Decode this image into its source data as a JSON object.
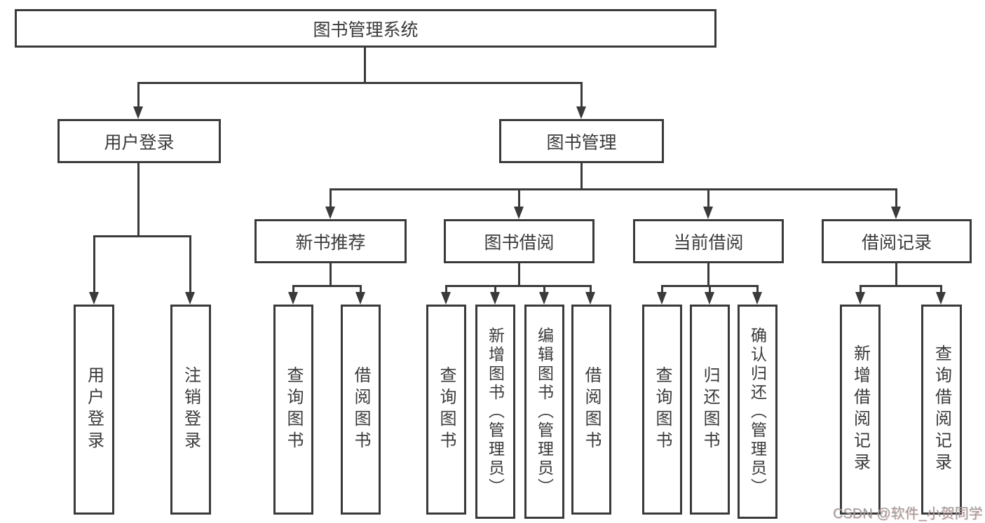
{
  "diagram_title": "图书管理系统",
  "tree": {
    "label": "图书管理系统",
    "children": [
      {
        "label": "用户登录",
        "children": [
          {
            "label": "用户登录"
          },
          {
            "label": "注销登录"
          }
        ]
      },
      {
        "label": "图书管理",
        "children": [
          {
            "label": "新书推荐",
            "children": [
              {
                "label": "查询图书"
              },
              {
                "label": "借阅图书"
              }
            ]
          },
          {
            "label": "图书借阅",
            "children": [
              {
                "label": "查询图书"
              },
              {
                "label": "新增图书（管理员）"
              },
              {
                "label": "编辑图书（管理员）"
              },
              {
                "label": "借阅图书"
              }
            ]
          },
          {
            "label": "当前借阅",
            "children": [
              {
                "label": "查询图书"
              },
              {
                "label": "归还图书"
              },
              {
                "label": "确认归还（管理员）"
              }
            ]
          },
          {
            "label": "借阅记录",
            "children": [
              {
                "label": "新增借阅记录"
              },
              {
                "label": "查询借阅记录"
              }
            ]
          }
        ]
      }
    ]
  },
  "watermark": {
    "text": "CSDN @软件_小贺同学"
  },
  "colors": {
    "line": "#3a3a3a",
    "text": "#3a3a3a",
    "background": "#ffffff",
    "watermark": "#9e9e9e"
  }
}
